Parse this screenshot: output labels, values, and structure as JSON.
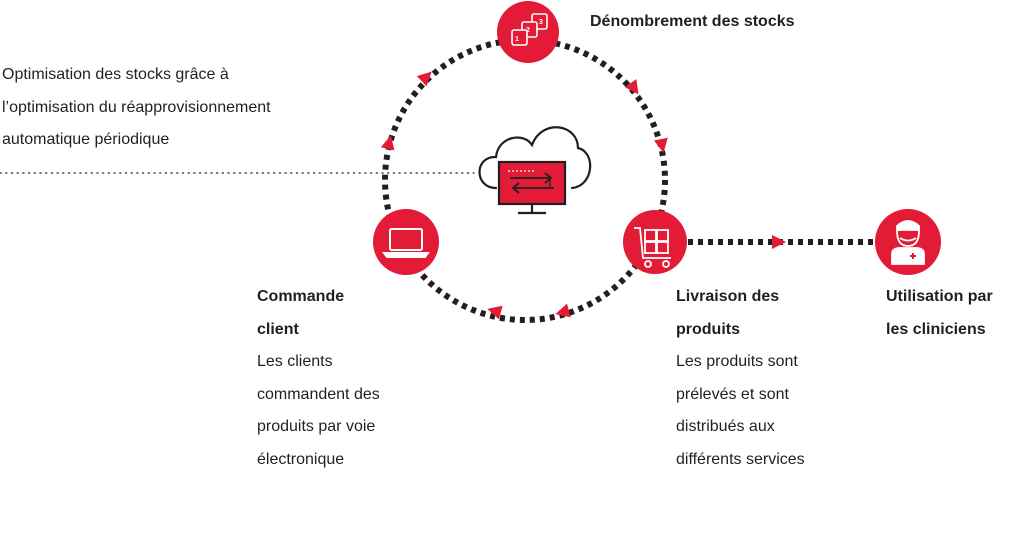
{
  "colors": {
    "accent": "#e31b37",
    "dark": "#231f20"
  },
  "icons": {
    "stock_count": "stacked-numbered-boxes-icon",
    "cloud": "cloud-monitor-icon",
    "order": "laptop-icon",
    "delivery": "cart-icon",
    "clinician": "clinician-icon"
  },
  "optimisation": {
    "lines": [
      "Optimisation des stocks grâce à",
      "l’optimisation du réapprovisionnement",
      "automatique périodique"
    ]
  },
  "stock_count": {
    "title": "Dénombrement des stocks",
    "badges": [
      "1",
      "2",
      "3"
    ]
  },
  "order": {
    "title_lines": [
      "Commande",
      "client"
    ],
    "desc_lines": [
      "Les clients",
      "commandent des",
      "produits par voie",
      "électronique"
    ]
  },
  "delivery": {
    "title_lines": [
      "Livraison des",
      "produits"
    ],
    "desc_lines": [
      "Les produits sont",
      "prélevés et sont",
      "distribués aux",
      "différents services"
    ]
  },
  "clinicians": {
    "title_lines": [
      "Utilisation par",
      "les cliniciens"
    ]
  }
}
